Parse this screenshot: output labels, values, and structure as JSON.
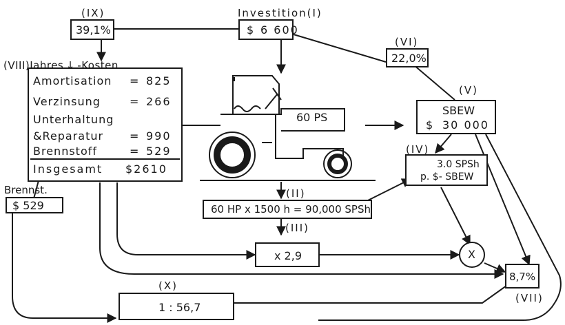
{
  "labels": {
    "ix": "(IX)",
    "investition": "Investition(I)",
    "vi": "(VI)",
    "v": "(V)",
    "iv": "(IV)",
    "ii": "(II)",
    "iii": "(III)",
    "x": "(X)",
    "vii": "(VII)",
    "jahreskosten": "(VIII)Jahres ↓ -Kosten",
    "brennst": "Brennst."
  },
  "boxes": {
    "ix_value": "39,1%",
    "investition_value_sym": "$",
    "investition_value_num": "6 600",
    "vi_value": "22,0%",
    "sbew_title": "SBEW",
    "sbew_value_sym": "$",
    "sbew_value_num": "30 000",
    "iv_line1": "3.0 SPSh",
    "iv_line2": "p. $- SBEW",
    "ii_formula": "60 HP x 1500 h = 90,000 SPSh",
    "iii_factor": "x 2,9",
    "multiply_symbol": "X",
    "vii_value": "8,7%",
    "x_ratio": "1 : 56,7",
    "brennst_value": "$ 529",
    "tractor_label": "60 PS"
  },
  "costs": {
    "rows": [
      {
        "label": "Amortisation",
        "eq": "=",
        "value": "825"
      },
      {
        "label": "Verzinsung",
        "eq": "=",
        "value": "266"
      },
      {
        "label": "Unterhaltung",
        "eq": "",
        "value": ""
      },
      {
        "label": "&Reparatur",
        "eq": "=",
        "value": "990"
      },
      {
        "label": "Brennstoff",
        "eq": "=",
        "value": "529"
      }
    ],
    "total_label": "Insgesamt",
    "total_value": "$2610"
  }
}
